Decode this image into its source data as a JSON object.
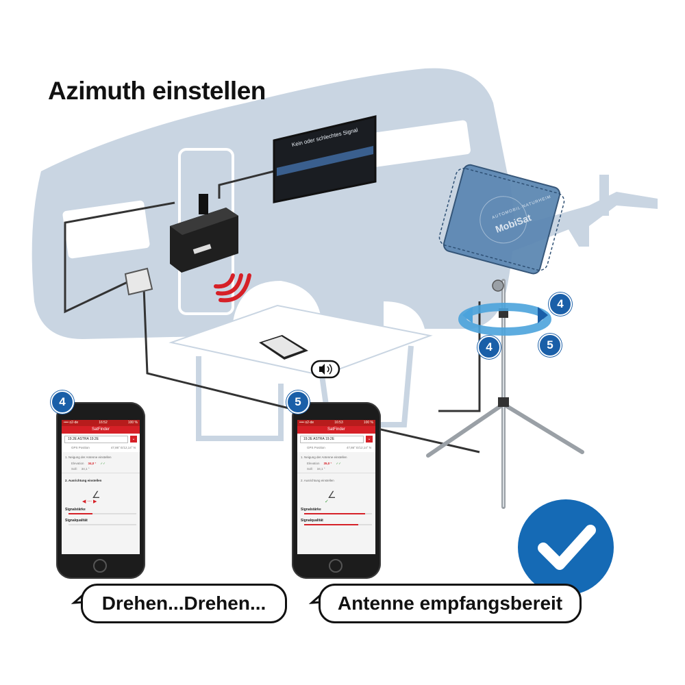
{
  "title": "Azimuth einstellen",
  "tv_message": "Kein oder schlechtes Signal",
  "antenna": {
    "brand": "MobiSat",
    "sub_brand": "AUTOMOBIL·NATURHEIM"
  },
  "step_labels": {
    "four": "4",
    "five": "5"
  },
  "phone_left": {
    "step": "4",
    "status_left": "•••• o2-de",
    "status_time": "16:52",
    "status_right": "100 %",
    "app_title": "SatFinder",
    "satellite": "19.2E ASTRA 19.2E",
    "gps_label": "GPS Position",
    "gps_value": "47,86° E/12,14° N",
    "section1": "1. Neigung der Antenne einstellen",
    "elevation_label": "Elevation",
    "elevation_value": "34,0 °",
    "soll_label": "Soll:",
    "soll_value": "34,1 °",
    "section2": "2. Ausrichtung einstellen",
    "signal_strength": "Signalstärke",
    "signal_quality": "Signalqualität",
    "signal_strength_level": 0.35,
    "signal_quality_level": 0.0
  },
  "phone_right": {
    "step": "5",
    "status_left": "•••• o2-de",
    "status_time": "16:53",
    "status_right": "100 %",
    "app_title": "SatFinder",
    "satellite": "19.2E ASTRA 19.2E",
    "gps_label": "GPS Position",
    "gps_value": "47,86° E/12,14° N",
    "section1": "1. Neigung der Antenne einstellen",
    "elevation_label": "Elevation",
    "elevation_value": "35,0 °",
    "soll_label": "Soll:",
    "soll_value": "34,1 °",
    "section2": "2. Ausrichtung einstellen",
    "signal_strength": "Signalstärke",
    "signal_quality": "Signalqualität",
    "signal_strength_level": 0.9,
    "signal_quality_level": 0.8
  },
  "bubbles": {
    "left": "Drehen...Drehen...",
    "right": "Antenne empfangsbereit"
  },
  "colors": {
    "caravan": "#c9d5e2",
    "accent_red": "#d62027",
    "badge_blue": "#1a5fa8",
    "check_blue": "#156ab5"
  }
}
